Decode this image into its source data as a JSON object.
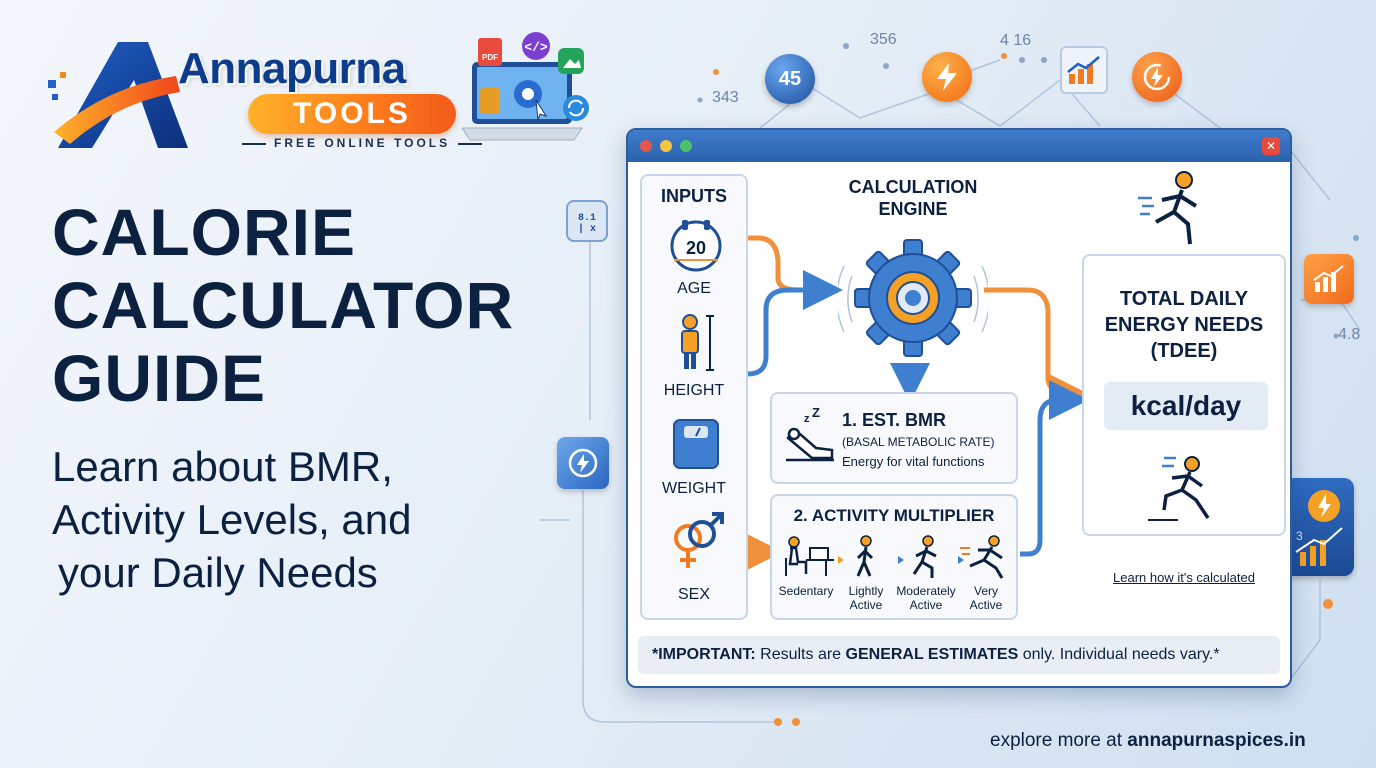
{
  "logo": {
    "name": "Annapurna",
    "pill": "TOOLS",
    "tagline": "FREE ONLINE TOOLS",
    "laptop_badges": [
      "PDF"
    ]
  },
  "headline": {
    "lines": [
      "CALORIE",
      "CALCULATOR",
      "GUIDE"
    ]
  },
  "subheadline": {
    "lines": [
      "Learn about BMR,",
      "Activity Levels, and",
      "your Daily Needs"
    ]
  },
  "floating_numbers": {
    "n45": "45",
    "n356": "356",
    "n416": "4 16",
    "n343": "343",
    "n48": "4.8",
    "n3": "3"
  },
  "window": {
    "inputs": {
      "title": "INPUTS",
      "age_value": "20",
      "age_label": "AGE",
      "height_label": "HEIGHT",
      "weight_label": "WEIGHT",
      "sex_label": "SEX"
    },
    "engine": {
      "title_line1": "CALCULATION",
      "title_line2": "ENGINE"
    },
    "bmr": {
      "title": "1. EST. BMR",
      "subtitle": "(BASAL METABOLIC RATE)",
      "description": "Energy for vital functions"
    },
    "activity": {
      "title": "2. ACTIVITY MULTIPLIER",
      "levels": [
        {
          "line1": "Sedentary",
          "line2": ""
        },
        {
          "line1": "Lightly",
          "line2": "Active"
        },
        {
          "line1": "Moderately",
          "line2": "Active"
        },
        {
          "line1": "Very",
          "line2": "Active"
        }
      ]
    },
    "tdee": {
      "line1": "TOTAL DAILY",
      "line2": "ENERGY NEEDS",
      "line3": "(TDEE)",
      "unit": "kcal/day"
    },
    "learn_link": "Learn how it's calculated",
    "important": {
      "prefix": "*IMPORTANT:",
      "mid": " Results are ",
      "emph": "GENERAL ESTIMATES",
      "suffix": " only. Individual needs vary.*"
    }
  },
  "footer": {
    "prefix": "explore more at ",
    "site": "annapurnaspices.in"
  },
  "colors": {
    "navy": "#0c2140",
    "blue": "#2b62ad",
    "orange": "#f06a12",
    "panel_border": "#c7d7ea"
  }
}
